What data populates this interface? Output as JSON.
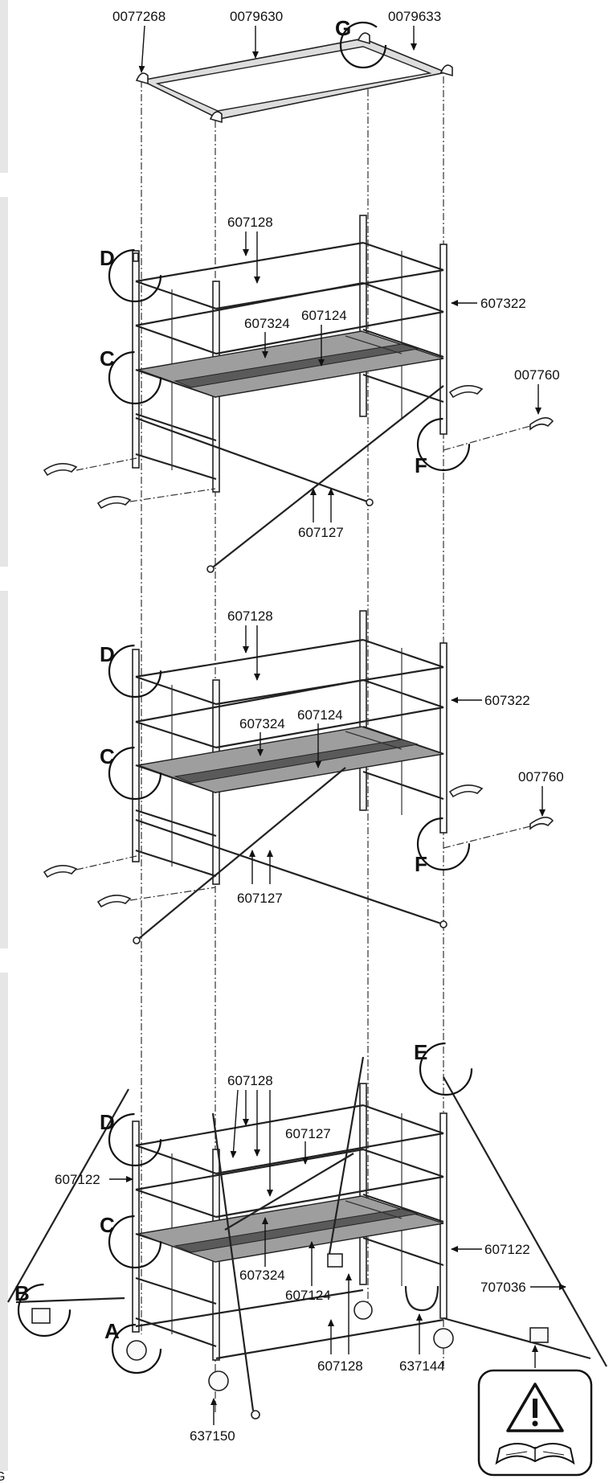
{
  "labels": {
    "top_left": "0077268",
    "top_mid": "0079630",
    "top_right": "0079633",
    "s2_frame_rail": "607128",
    "s2_deck_a": "607324",
    "s2_deck_b": "607124",
    "s2_side": "607322",
    "s2_clip": "007760",
    "s2_brace": "607127",
    "s3_frame_rail": "607128",
    "s3_deck_a": "607324",
    "s3_deck_b": "607124",
    "s3_side": "607322",
    "s3_clip": "007760",
    "s3_brace": "607127",
    "s4_frame_rail": "607128",
    "s4_brace": "607127",
    "s4_left_frame": "607122",
    "s4_right_frame": "607122",
    "s4_deck_a": "607324",
    "s4_deck_b": "607124",
    "s4_stabiliser": "707036",
    "s4_bottom_rail": "607128",
    "s4_base": "637144",
    "s4_outrigger": "637150"
  },
  "detail_letters": {
    "g": "G",
    "d1": "D",
    "c1": "C",
    "f1": "F",
    "d2": "D",
    "c2": "C",
    "f2": "F",
    "e": "E",
    "d3": "D",
    "c3": "C",
    "b": "B",
    "a": "A"
  },
  "warning_icon": "warning-manual-icon",
  "edge_mark": "G"
}
